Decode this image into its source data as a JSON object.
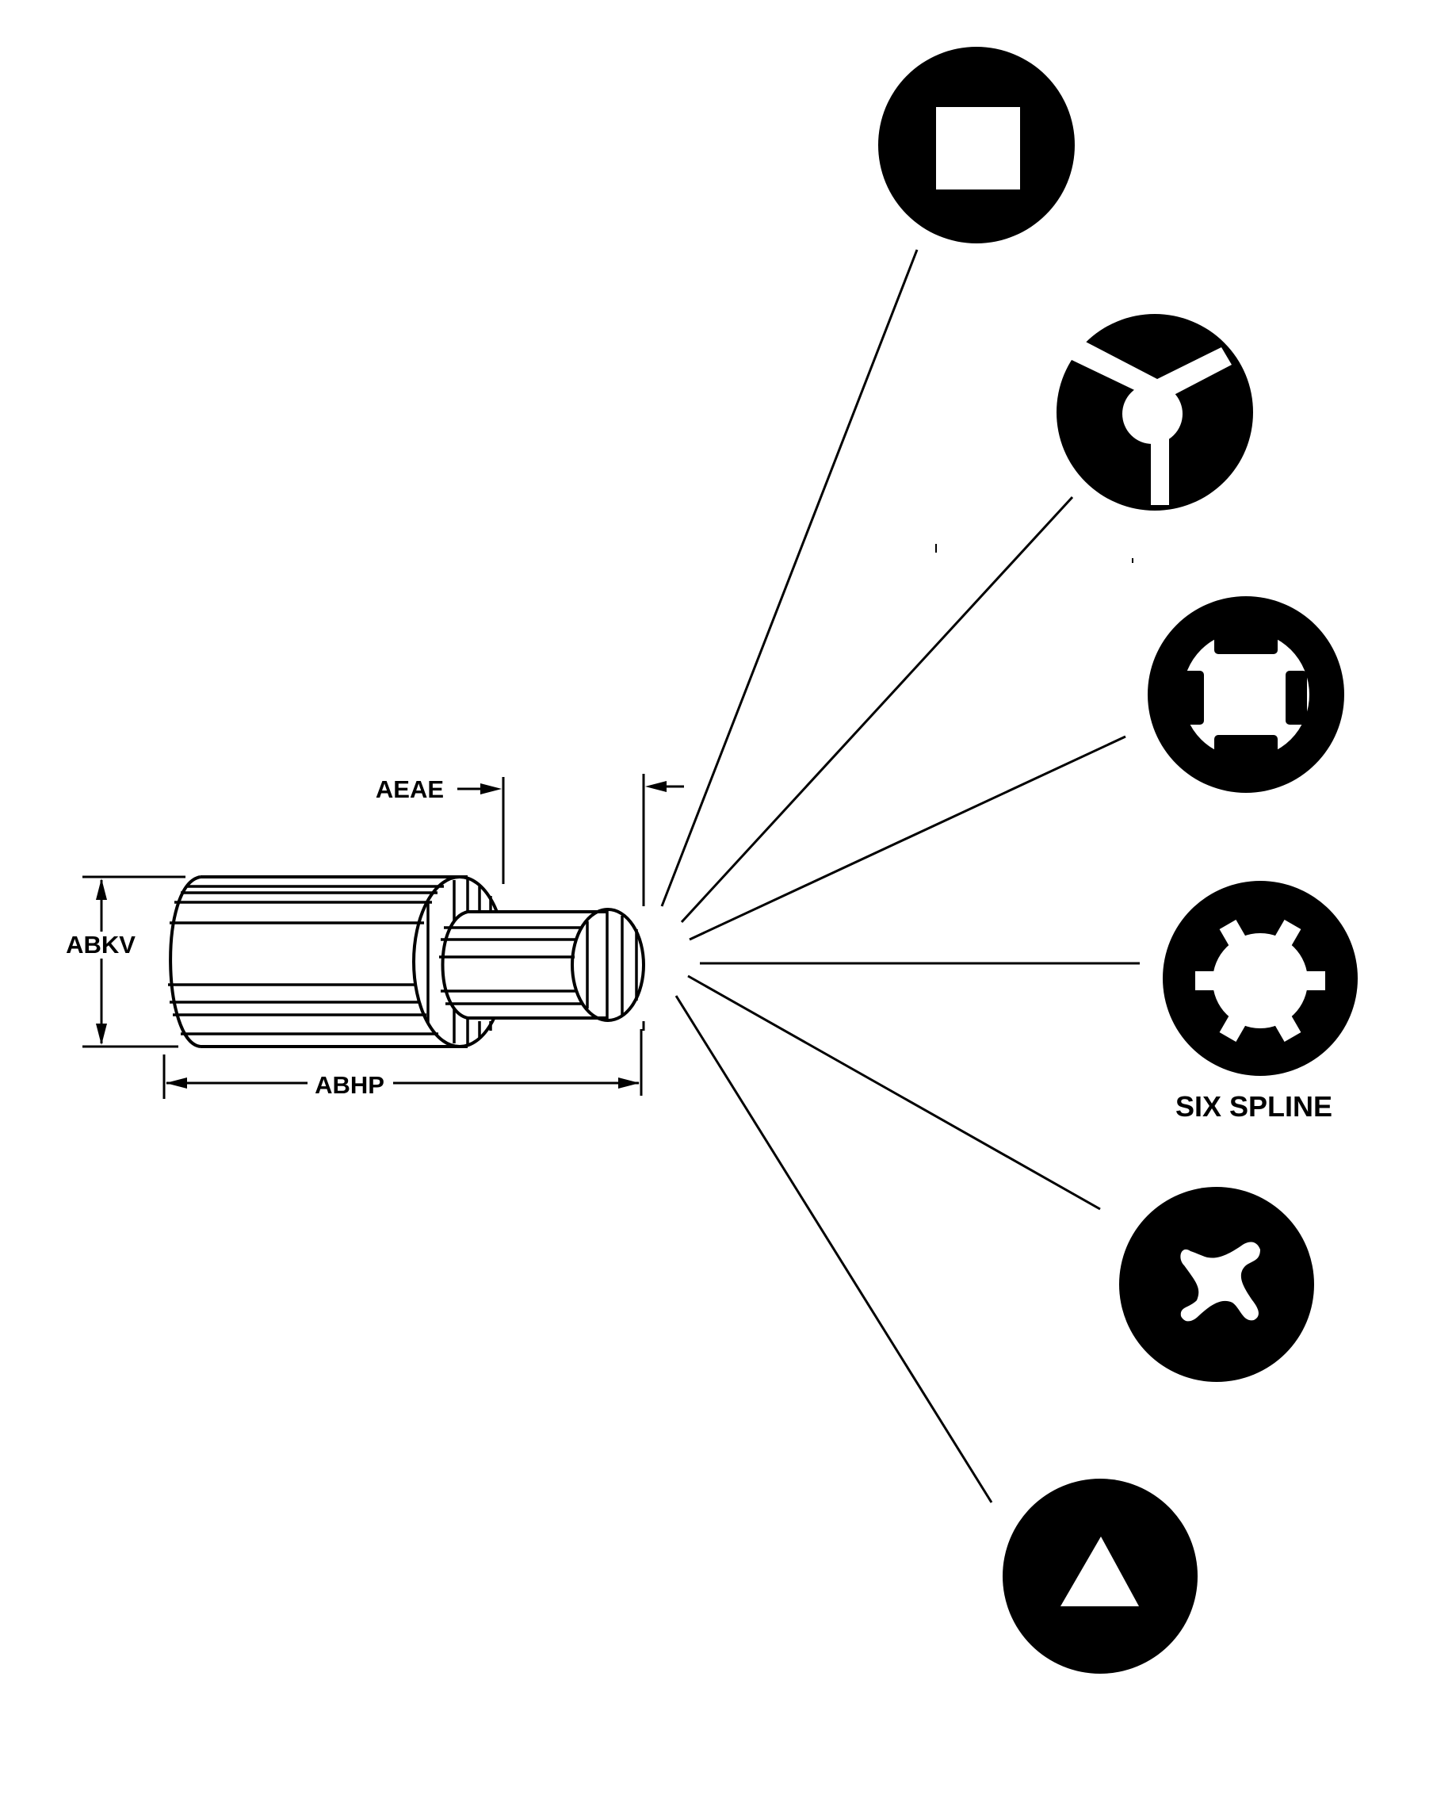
{
  "diagram": {
    "title_shown": false,
    "colors": {
      "ink": "#000000",
      "paper": "#ffffff"
    },
    "dimensions": {
      "diameter_label": "ABKV",
      "overall_length_label": "ABHP",
      "shank_offset_label": "AEAE"
    },
    "part": {
      "name": "stepped cylindrical fastener / adapter",
      "view": "isometric"
    },
    "drive_styles": [
      {
        "id": "square",
        "icon": "square-recess-icon",
        "caption": ""
      },
      {
        "id": "tri-wing",
        "icon": "tri-wing-recess-icon",
        "caption": ""
      },
      {
        "id": "four-tab",
        "icon": "four-tab-recess-icon",
        "caption": ""
      },
      {
        "id": "six-spline",
        "icon": "six-spline-recess-icon",
        "caption": "SIX SPLINE"
      },
      {
        "id": "cross",
        "icon": "cross-recess-icon",
        "caption": ""
      },
      {
        "id": "triangle",
        "icon": "triangle-recess-icon",
        "caption": ""
      }
    ]
  }
}
